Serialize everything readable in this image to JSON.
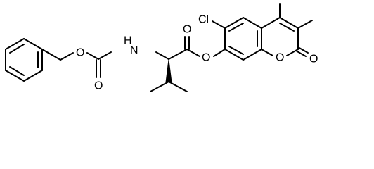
{
  "molecule": {
    "atoms": {
      "cl": "Cl",
      "nh": "H\nN",
      "o_ether_cbz": "O",
      "o_carbonyl_cbz": "O",
      "o_carbonyl_ester": "O",
      "o_ester": "O",
      "o_ring": "O",
      "o_lactone": "O"
    },
    "colors": {
      "bond": "#000000",
      "text": "#000000",
      "background": "#ffffff"
    }
  }
}
